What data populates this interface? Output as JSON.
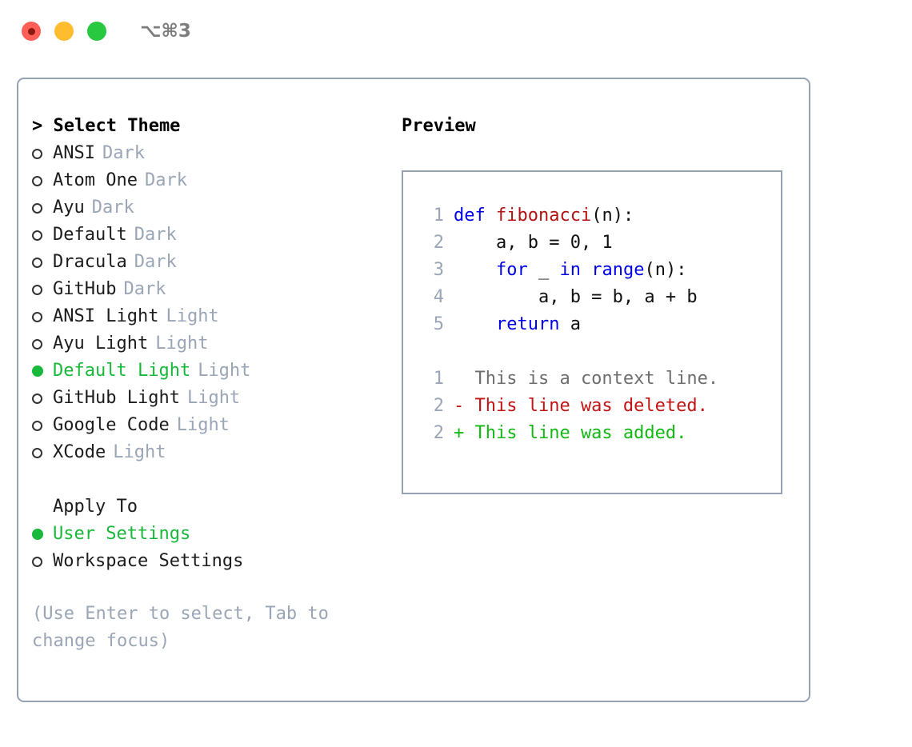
{
  "titlebar": {
    "shortcut": "⌥⌘3",
    "lights": [
      {
        "name": "close",
        "color": "#ff5f57"
      },
      {
        "name": "minimize",
        "color": "#febc2e"
      },
      {
        "name": "maximize",
        "color": "#28c840"
      }
    ]
  },
  "theme_picker": {
    "heading": "> Select Theme",
    "items": [
      {
        "label": "ANSI",
        "tag": "Dark",
        "selected": false
      },
      {
        "label": "Atom One",
        "tag": "Dark",
        "selected": false
      },
      {
        "label": "Ayu",
        "tag": "Dark",
        "selected": false
      },
      {
        "label": "Default",
        "tag": "Dark",
        "selected": false
      },
      {
        "label": "Dracula",
        "tag": "Dark",
        "selected": false
      },
      {
        "label": "GitHub",
        "tag": "Dark",
        "selected": false
      },
      {
        "label": "ANSI Light",
        "tag": "Light",
        "selected": false
      },
      {
        "label": "Ayu Light",
        "tag": "Light",
        "selected": false
      },
      {
        "label": "Default Light",
        "tag": "Light",
        "selected": true
      },
      {
        "label": "GitHub Light",
        "tag": "Light",
        "selected": false
      },
      {
        "label": "Google Code",
        "tag": "Light",
        "selected": false
      },
      {
        "label": "XCode",
        "tag": "Light",
        "selected": false
      }
    ]
  },
  "apply_to": {
    "heading": "Apply To",
    "items": [
      {
        "label": "User Settings",
        "selected": true
      },
      {
        "label": "Workspace Settings",
        "selected": false
      }
    ]
  },
  "hint": "(Use Enter to select, Tab to change focus)",
  "preview": {
    "title": "Preview",
    "code_lines": [
      {
        "no": "1",
        "tokens": [
          {
            "t": "def",
            "c": "kw"
          },
          {
            "t": " ",
            "c": "plain"
          },
          {
            "t": "fibonacci",
            "c": "fn"
          },
          {
            "t": "(n):",
            "c": "plain"
          }
        ]
      },
      {
        "no": "2",
        "tokens": [
          {
            "t": "    a, b = 0, 1",
            "c": "plain"
          }
        ]
      },
      {
        "no": "3",
        "tokens": [
          {
            "t": "    ",
            "c": "plain"
          },
          {
            "t": "for",
            "c": "kw"
          },
          {
            "t": " _ ",
            "c": "plain"
          },
          {
            "t": "in",
            "c": "kw"
          },
          {
            "t": " ",
            "c": "plain"
          },
          {
            "t": "range",
            "c": "kw"
          },
          {
            "t": "(n):",
            "c": "plain"
          }
        ]
      },
      {
        "no": "4",
        "tokens": [
          {
            "t": "        a, b = b, a + b",
            "c": "plain"
          }
        ]
      },
      {
        "no": "5",
        "tokens": [
          {
            "t": "    ",
            "c": "plain"
          },
          {
            "t": "return",
            "c": "kw"
          },
          {
            "t": " a",
            "c": "plain"
          }
        ]
      }
    ],
    "diff_lines": [
      {
        "no": "1",
        "tokens": [
          {
            "t": "  This is a context line.",
            "c": "ctx"
          }
        ]
      },
      {
        "no": "2",
        "tokens": [
          {
            "t": "- This line was deleted.",
            "c": "del"
          }
        ]
      },
      {
        "no": "2",
        "tokens": [
          {
            "t": "+ This line was added.",
            "c": "add"
          }
        ]
      }
    ]
  },
  "colors": {
    "accent_green": "#18b83a",
    "muted": "#9aa6b6",
    "border": "#96a2b4",
    "keyword": "#0000e8",
    "function": "#b21212",
    "added": "#14b814",
    "deleted": "#c21414"
  }
}
